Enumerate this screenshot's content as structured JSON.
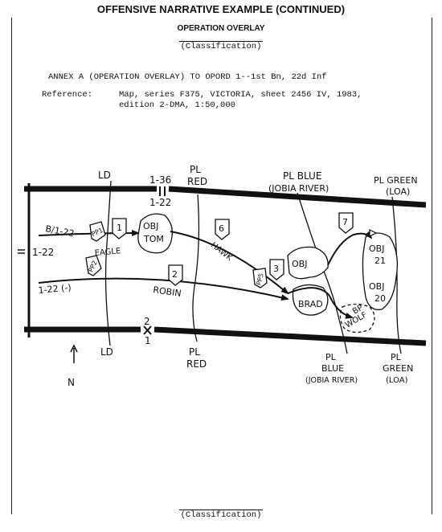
{
  "header": {
    "title": "OFFENSIVE NARRATIVE EXAMPLE (CONTINUED)",
    "subtitle": "OPERATION OVERLAY",
    "classification_top": "(Classification)",
    "classification_bottom": "(Classification)"
  },
  "annex": "ANNEX A (OPERATION OVERLAY) TO OPORD 1--1st Bn, 22d Inf",
  "reference": {
    "label": "Reference:",
    "line1": "Map, series F375, VICTORIA, sheet 2456 IV, 1983,",
    "line2": "edition 2-DMA, 1:50,000"
  },
  "overlay": {
    "phase_lines": {
      "ld_top": "LD",
      "ld_bottom": "LD",
      "pl_red_top_1": "PL",
      "pl_red_top_2": "RED",
      "pl_red_bottom_1": "PL",
      "pl_red_bottom_2": "RED",
      "pl_blue_top_1": "PL BLUE",
      "pl_blue_top_2": "(JOBIA RIVER)",
      "pl_blue_bottom_1": "PL",
      "pl_blue_bottom_2": "BLUE",
      "pl_blue_bottom_3": "(JOBIA RIVER)",
      "pl_green_top_1": "PL GREEN",
      "pl_green_top_2": "(LOA)",
      "pl_green_bottom_1": "PL",
      "pl_green_bottom_2": "GREEN",
      "pl_green_bottom_3": "(LOA)"
    },
    "boundary_labels": {
      "top_1": "1-36",
      "top_2": "1-22",
      "left": "1-22",
      "bottom_1": "2",
      "bottom_2": "1"
    },
    "unit_labels": {
      "b_1_22": "B/1-22",
      "unit_1_22_minus": "1-22 (-)"
    },
    "axes": {
      "eagle": "EAGLE",
      "robin": "ROBIN",
      "hawk": "HAWK"
    },
    "objectives": {
      "tom_1": "OBJ",
      "tom_2": "TOM",
      "brad_1": "OBJ",
      "brad_2": "BRAD",
      "obj21_1": "OBJ",
      "obj21_2": "21",
      "obj20_1": "OBJ",
      "obj20_2": "20"
    },
    "checkpoints": [
      "1",
      "2",
      "3",
      "6",
      "7"
    ],
    "passage_points": {
      "pp1": "PP1",
      "pp2": "PP2",
      "pp5": "PP5"
    },
    "battle_position": {
      "line1": "BP",
      "line2": "WOLF"
    },
    "north": "N"
  }
}
